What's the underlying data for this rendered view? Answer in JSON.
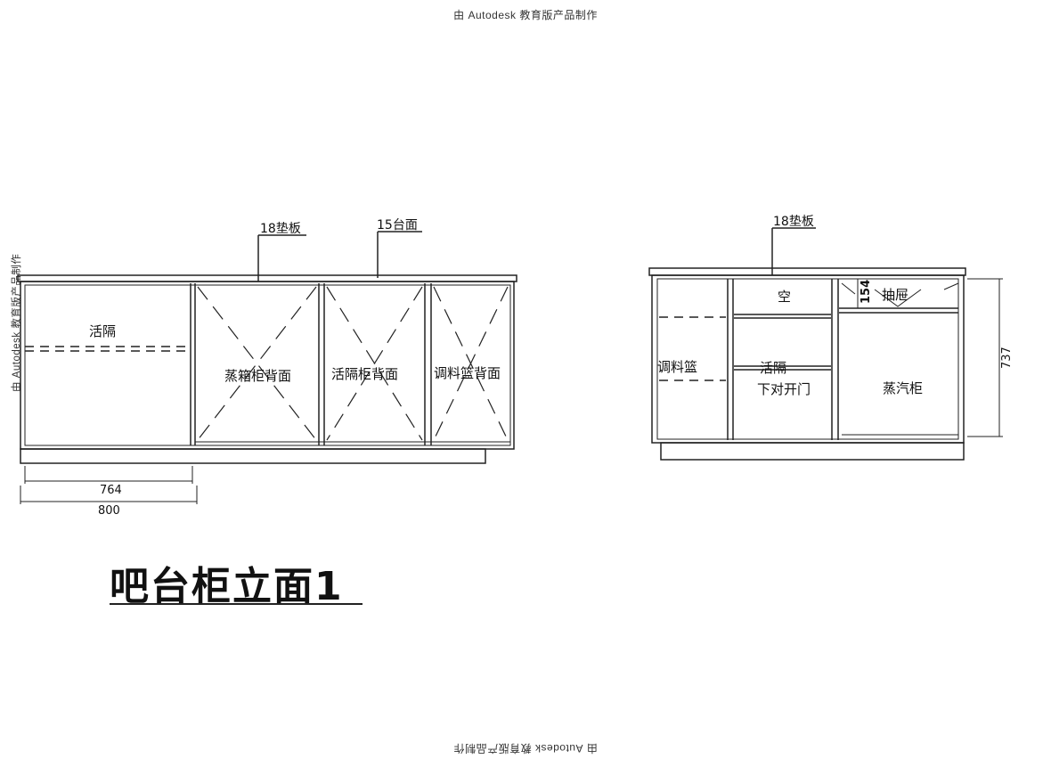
{
  "watermark": {
    "top": "由 Autodesk 教育版产品制作",
    "bottom": "由 Autodesk 教育版产品制作",
    "side": "由 Autodesk 教育版产品制作"
  },
  "title": "吧台柜立面1",
  "left_elevation": {
    "top_labels": {
      "pad": "18垫板",
      "counter": "15台面"
    },
    "panels": [
      "活隔",
      "蒸箱柜背面",
      "活隔柜背面",
      "调料篮背面"
    ],
    "dimensions": {
      "inner_width": "764",
      "outer_width": "800"
    }
  },
  "right_elevation": {
    "top_label": "18垫板",
    "labels": {
      "basket": "调料篮",
      "empty": "空",
      "shelf": "活隔",
      "doors": "下对开门",
      "drawer": "抽屉",
      "steam": "蒸汽柜"
    },
    "dimensions": {
      "drawer_height": "154",
      "height": "737"
    }
  }
}
